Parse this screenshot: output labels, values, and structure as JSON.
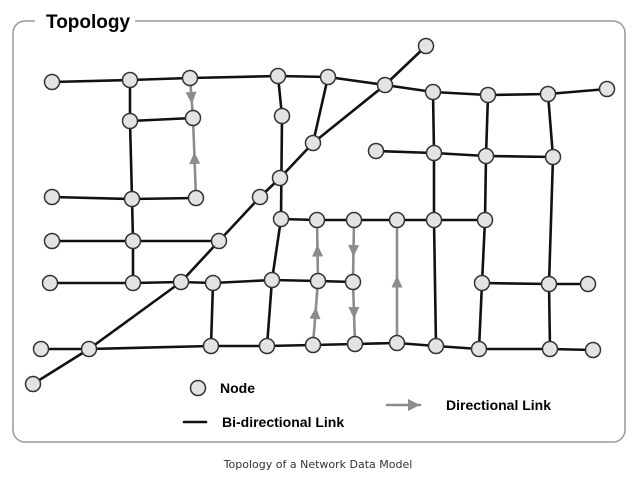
{
  "title": "Topology",
  "caption": "Topology of a Network Data Model",
  "legend": {
    "node": "Node",
    "bidirectional": "Bi-directional Link",
    "directional": "Directional Link"
  },
  "colors": {
    "bidirectional_link": "#111111",
    "directional_link": "#8c8c8c",
    "node_fill": "#e3e3e3",
    "node_stroke": "#333333",
    "frame": "#999999"
  }
}
